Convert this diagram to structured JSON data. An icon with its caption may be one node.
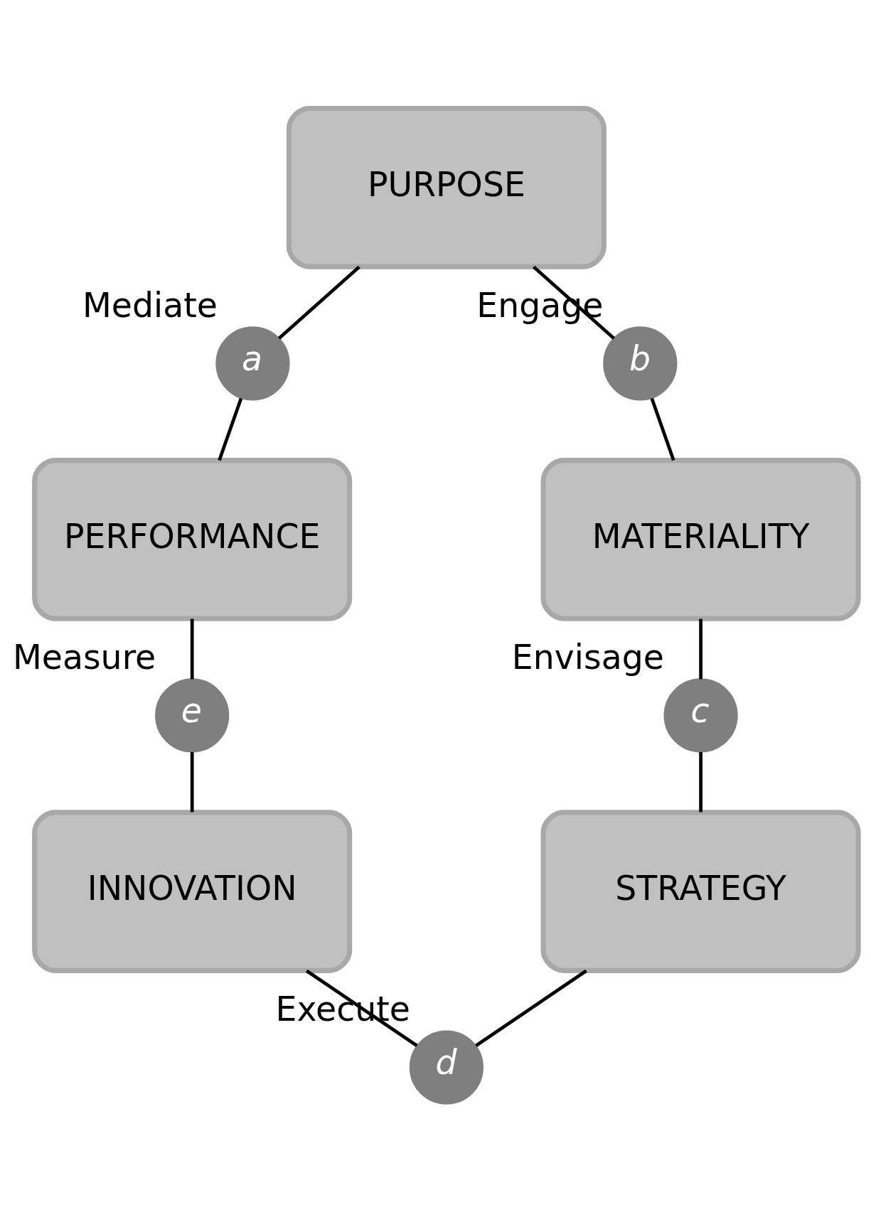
{
  "diagram": {
    "nodes": [
      {
        "text": [
          "PURPOSE"
        ]
      },
      {
        "text": [
          "a"
        ],
        "beside": [
          "Mediate"
        ]
      },
      {
        "text": [
          "b"
        ],
        "beside": [
          "Engage"
        ]
      },
      {
        "text": [
          "PERFORMANCE"
        ]
      },
      {
        "text": [
          "MATERIALITY"
        ]
      },
      {
        "text": [
          "c"
        ],
        "beside": [
          "Envisage"
        ]
      },
      {
        "text": [
          "e"
        ],
        "beside": [
          "Measure"
        ]
      },
      {
        "text": [
          "STRATEGY"
        ]
      },
      {
        "text": [
          "INNOVATION"
        ]
      },
      {
        "text": [
          "d"
        ],
        "beside": [
          "Execute"
        ]
      }
    ],
    "edges": [
      {
        "from": 0,
        "to": 1,
        "arrow": "none"
      },
      {
        "from": 1,
        "to": 3,
        "arrow": "none"
      },
      {
        "from": 3,
        "to": 6,
        "arrow": "none"
      },
      {
        "from": 6,
        "to": 8,
        "arrow": "none"
      },
      {
        "from": 8,
        "to": 9,
        "arrow": "none"
      },
      {
        "from": 9,
        "to": 7,
        "arrow": "none"
      },
      {
        "from": 7,
        "to": 5,
        "arrow": "none"
      },
      {
        "from": 5,
        "to": 4,
        "arrow": "none"
      },
      {
        "from": 4,
        "to": 2,
        "arrow": "none"
      },
      {
        "from": 2,
        "to": 0,
        "arrow": "none"
      }
    ]
  }
}
